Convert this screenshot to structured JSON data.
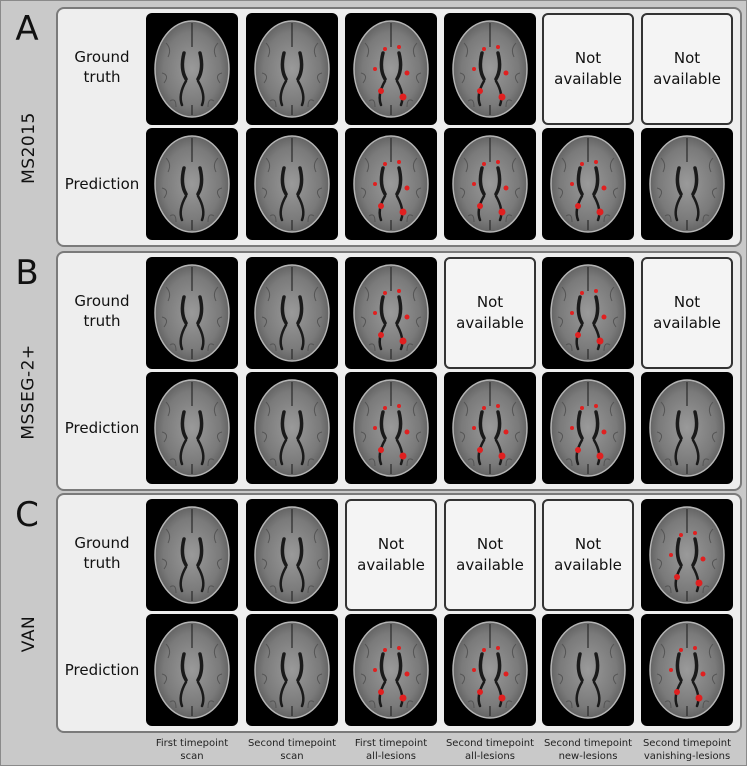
{
  "row_labels": {
    "ground_truth": "Ground truth",
    "prediction": "Prediction"
  },
  "not_available": "Not available",
  "panels": [
    {
      "letter": "A",
      "dataset": "MS2015",
      "ground_truth": [
        "scan",
        "scan",
        "lesion",
        "lesion",
        "na",
        "na"
      ],
      "prediction": [
        "scan",
        "scan",
        "lesion",
        "lesion",
        "lesion",
        "scan"
      ]
    },
    {
      "letter": "B",
      "dataset": "MSSEG-2+",
      "ground_truth": [
        "scan",
        "scan",
        "lesion",
        "na",
        "lesion",
        "na"
      ],
      "prediction": [
        "scan",
        "scan",
        "lesion",
        "lesion",
        "lesion",
        "scan"
      ]
    },
    {
      "letter": "C",
      "dataset": "VAN",
      "ground_truth": [
        "scan",
        "scan",
        "na",
        "na",
        "na",
        "lesion"
      ],
      "prediction": [
        "scan",
        "scan",
        "lesion",
        "lesion",
        "scan",
        "lesion"
      ]
    }
  ],
  "columns": [
    {
      "line1": "First timepoint",
      "line2": "scan"
    },
    {
      "line1": "Second timepoint",
      "line2": "scan"
    },
    {
      "line1": "First timepoint",
      "line2": "all-lesions"
    },
    {
      "line1": "Second timepoint",
      "line2": "all-lesions"
    },
    {
      "line1": "Second timepoint",
      "line2": "new-lesions"
    },
    {
      "line1": "Second timepoint",
      "line2": "vanishing-lesions"
    }
  ],
  "colors": {
    "lesion": "#e02020",
    "panel_bg": "#eeeeee",
    "scan_bg": "#000000"
  }
}
